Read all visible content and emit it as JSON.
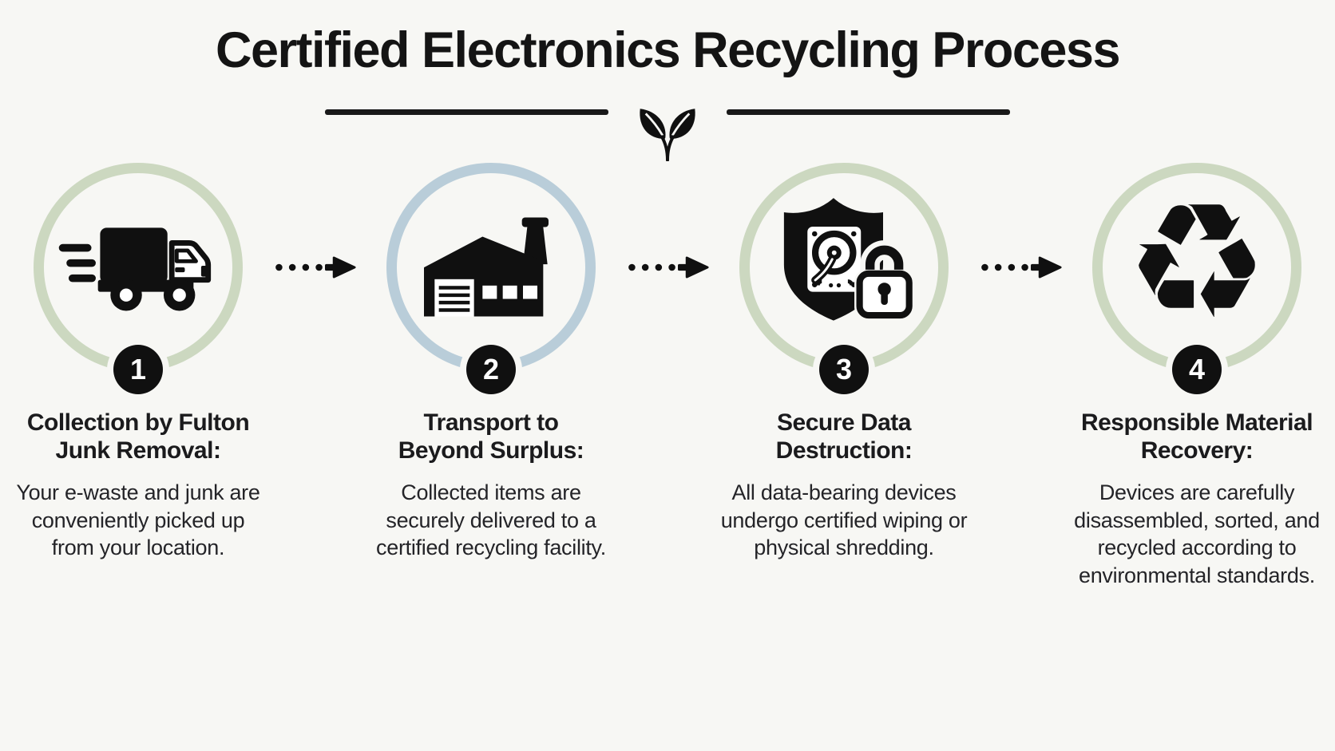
{
  "page": {
    "background": "#f7f7f4"
  },
  "header": {
    "title": "Certified Electronics Recycling Process",
    "divider_icon": "leaf-sprout-icon"
  },
  "colors": {
    "ring_green": "#ccd8c0",
    "ring_blue": "#b9cdd9",
    "icon_black": "#101010",
    "badge_black": "#101010",
    "badge_number_white": "#ffffff"
  },
  "steps": [
    {
      "number": "1",
      "icon": "delivery-truck-icon",
      "ring_color": "#ccd8c0",
      "title_lines": [
        "Collection by Fulton",
        "Junk Removal:"
      ],
      "description": "Your e-waste and junk are conveniently picked up from your location."
    },
    {
      "number": "2",
      "icon": "recycling-facility-icon",
      "ring_color": "#b9cdd9",
      "title_lines": [
        "Transport to",
        "Beyond Surplus:"
      ],
      "description": "Collected items are securely delivered to a certified recycling facility."
    },
    {
      "number": "3",
      "icon": "secure-data-shield-lock-icon",
      "ring_color": "#ccd8c0",
      "title_lines": [
        "Secure Data",
        "Destruction:"
      ],
      "description": "All data-bearing devices undergo certified wiping or physical shredding."
    },
    {
      "number": "4",
      "icon": "recycle-arrows-icon",
      "ring_color": "#ccd8c0",
      "title_lines": [
        "Responsible Material",
        "Recovery:"
      ],
      "description": "Devices are carefully disassembled, sorted, and recycled according to environmental standards.",
      "recycle_glyph": "♻"
    }
  ]
}
